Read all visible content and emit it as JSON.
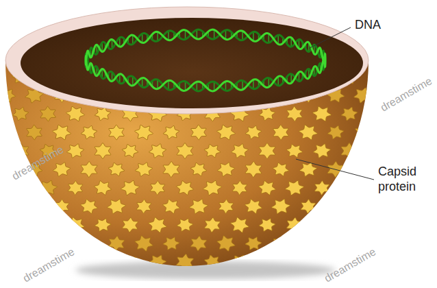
{
  "diagram": {
    "labels": [
      "DNA",
      "Capsid protein",
      "dreamstime",
      "dreamstime",
      "dreamstime",
      "dreamstime"
    ]
  }
}
